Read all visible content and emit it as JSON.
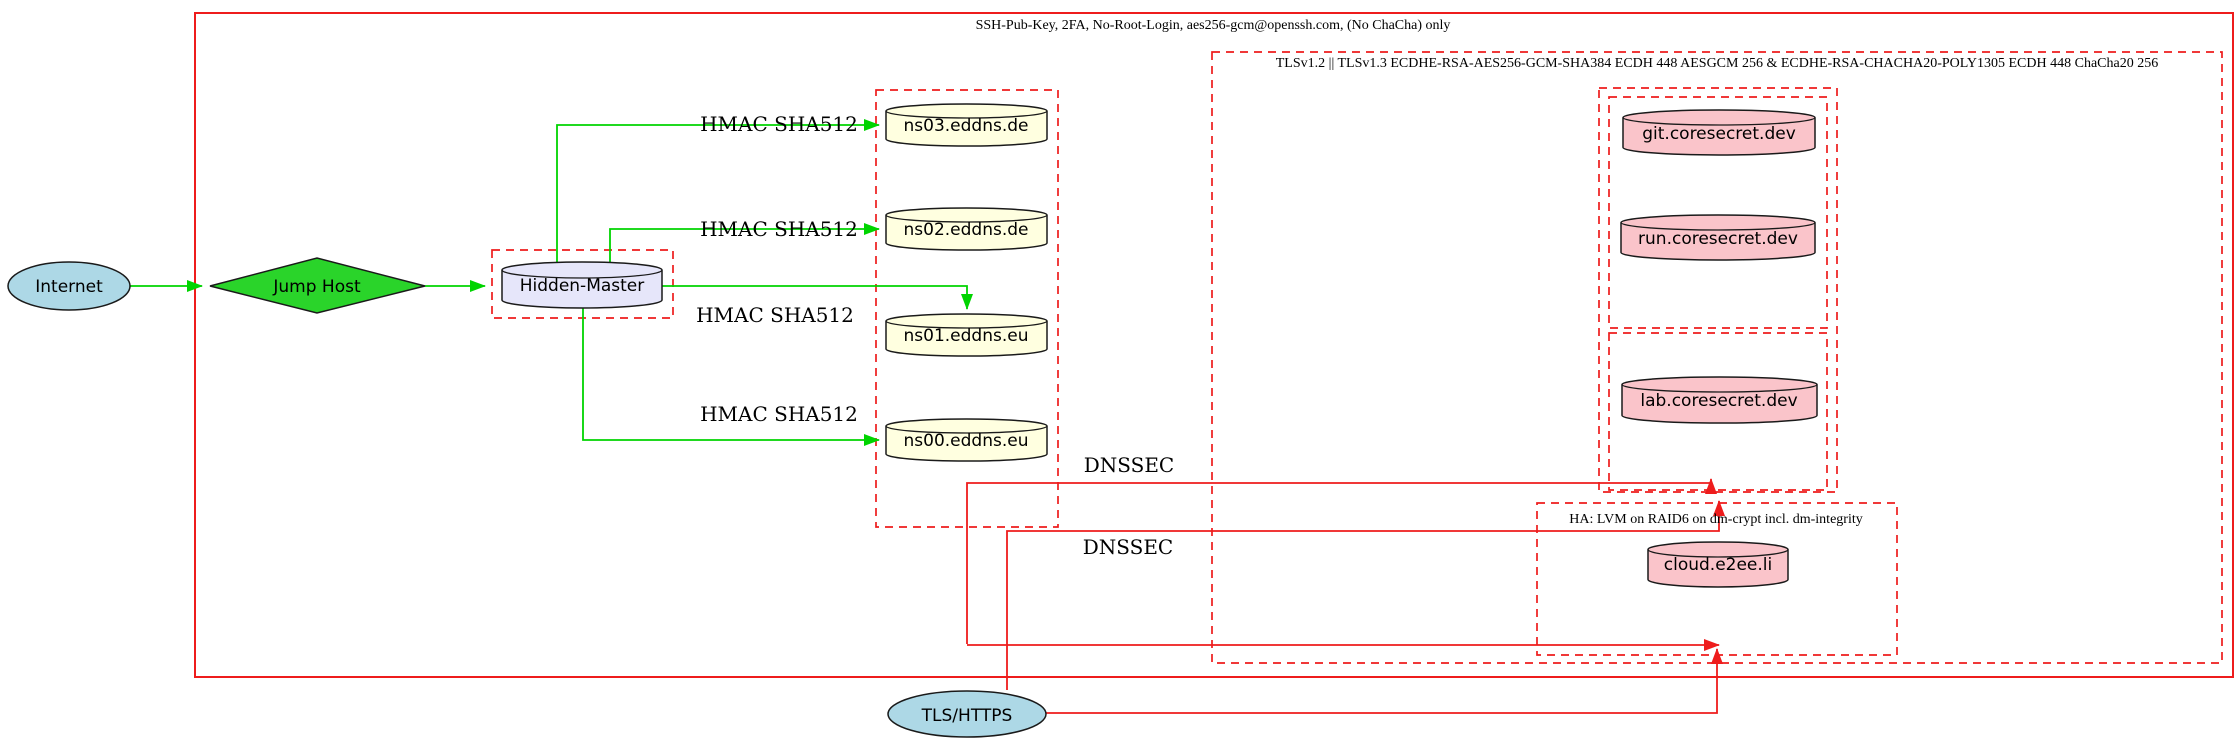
{
  "clusters": {
    "ssh_label": "SSH-Pub-Key, 2FA, No-Root-Login, aes256-gcm@openssh.com, (No ChaCha) only",
    "tls_label": "TLSv1.2 || TLSv1.3 ECDHE-RSA-AES256-GCM-SHA384 ECDH 448 AESGCM 256 & ECDHE-RSA-CHACHA20-POLY1305 ECDH 448 ChaCha20 256",
    "ha_label": "HA: LVM on RAID6 on dm-crypt incl. dm-integrity"
  },
  "nodes": {
    "internet": {
      "label": "Internet"
    },
    "jump_host": {
      "label": "Jump Host"
    },
    "hidden_master": {
      "label": "Hidden-Master"
    },
    "ns03": {
      "label": "ns03.eddns.de"
    },
    "ns02": {
      "label": "ns02.eddns.de"
    },
    "ns01": {
      "label": "ns01.eddns.eu"
    },
    "ns00": {
      "label": "ns00.eddns.eu"
    },
    "git": {
      "label": "git.coresecret.dev"
    },
    "run": {
      "label": "run.coresecret.dev"
    },
    "lab": {
      "label": "lab.coresecret.dev"
    },
    "cloud": {
      "label": "cloud.e2ee.li"
    },
    "tls_https": {
      "label": "TLS/HTTPS"
    }
  },
  "edge_labels": {
    "hmac": [
      "HMAC SHA512",
      "HMAC SHA512",
      "HMAC SHA512",
      "HMAC SHA512"
    ],
    "dnssec": [
      "DNSSEC",
      "DNSSEC"
    ]
  },
  "colors": {
    "red": "#ee1c1c",
    "green_edge": "#00d400",
    "green_fill": "#2ad42a",
    "lightblue": "#add8e6",
    "lightyellow": "#ffffe0",
    "lavender": "#e6e6fa",
    "pink": "#fac4ca"
  }
}
